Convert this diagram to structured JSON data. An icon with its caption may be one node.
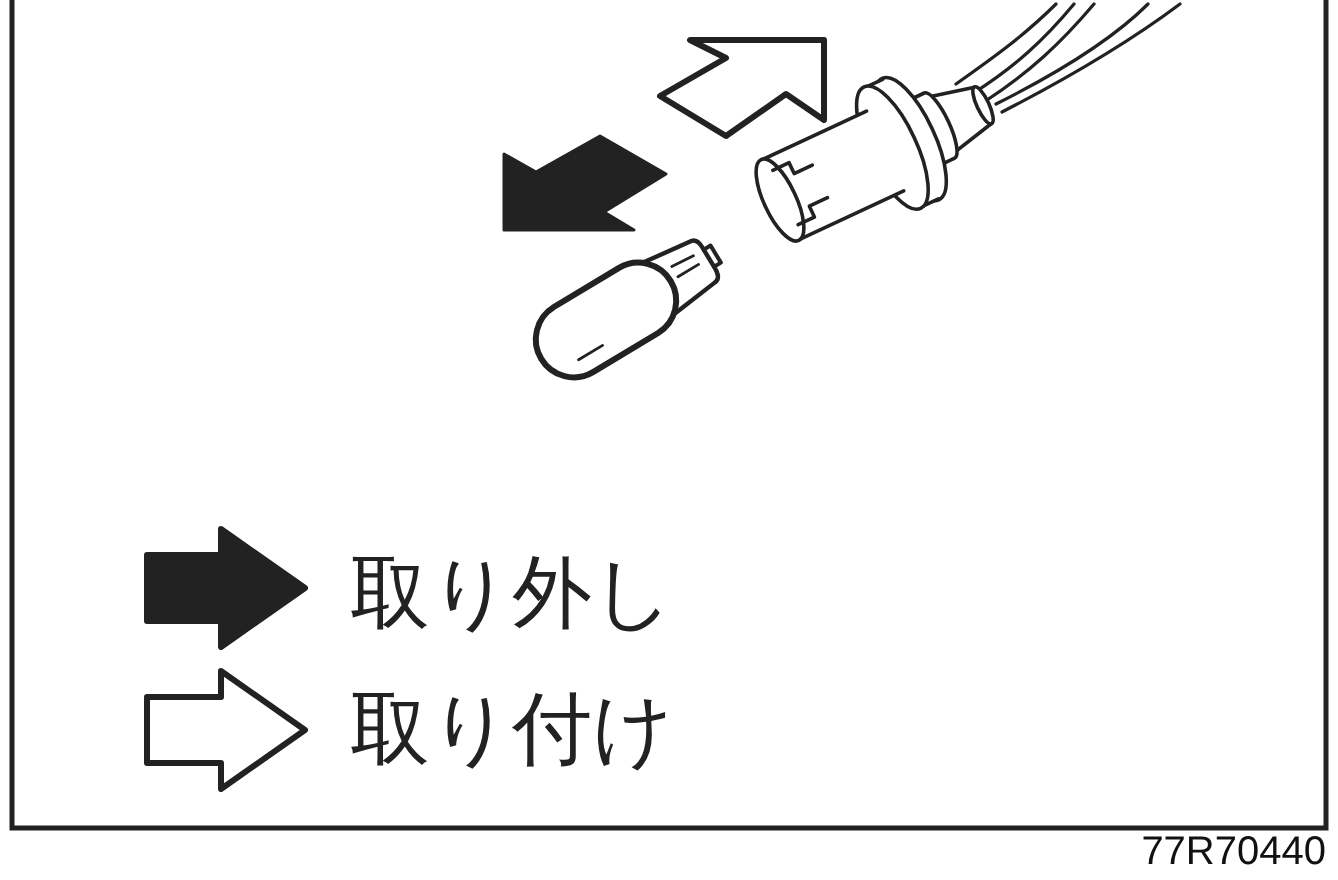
{
  "diagram": {
    "legend": [
      {
        "text": "取り外し"
      },
      {
        "text": "取り付け"
      }
    ],
    "labels": [
      "77R70440"
    ]
  }
}
